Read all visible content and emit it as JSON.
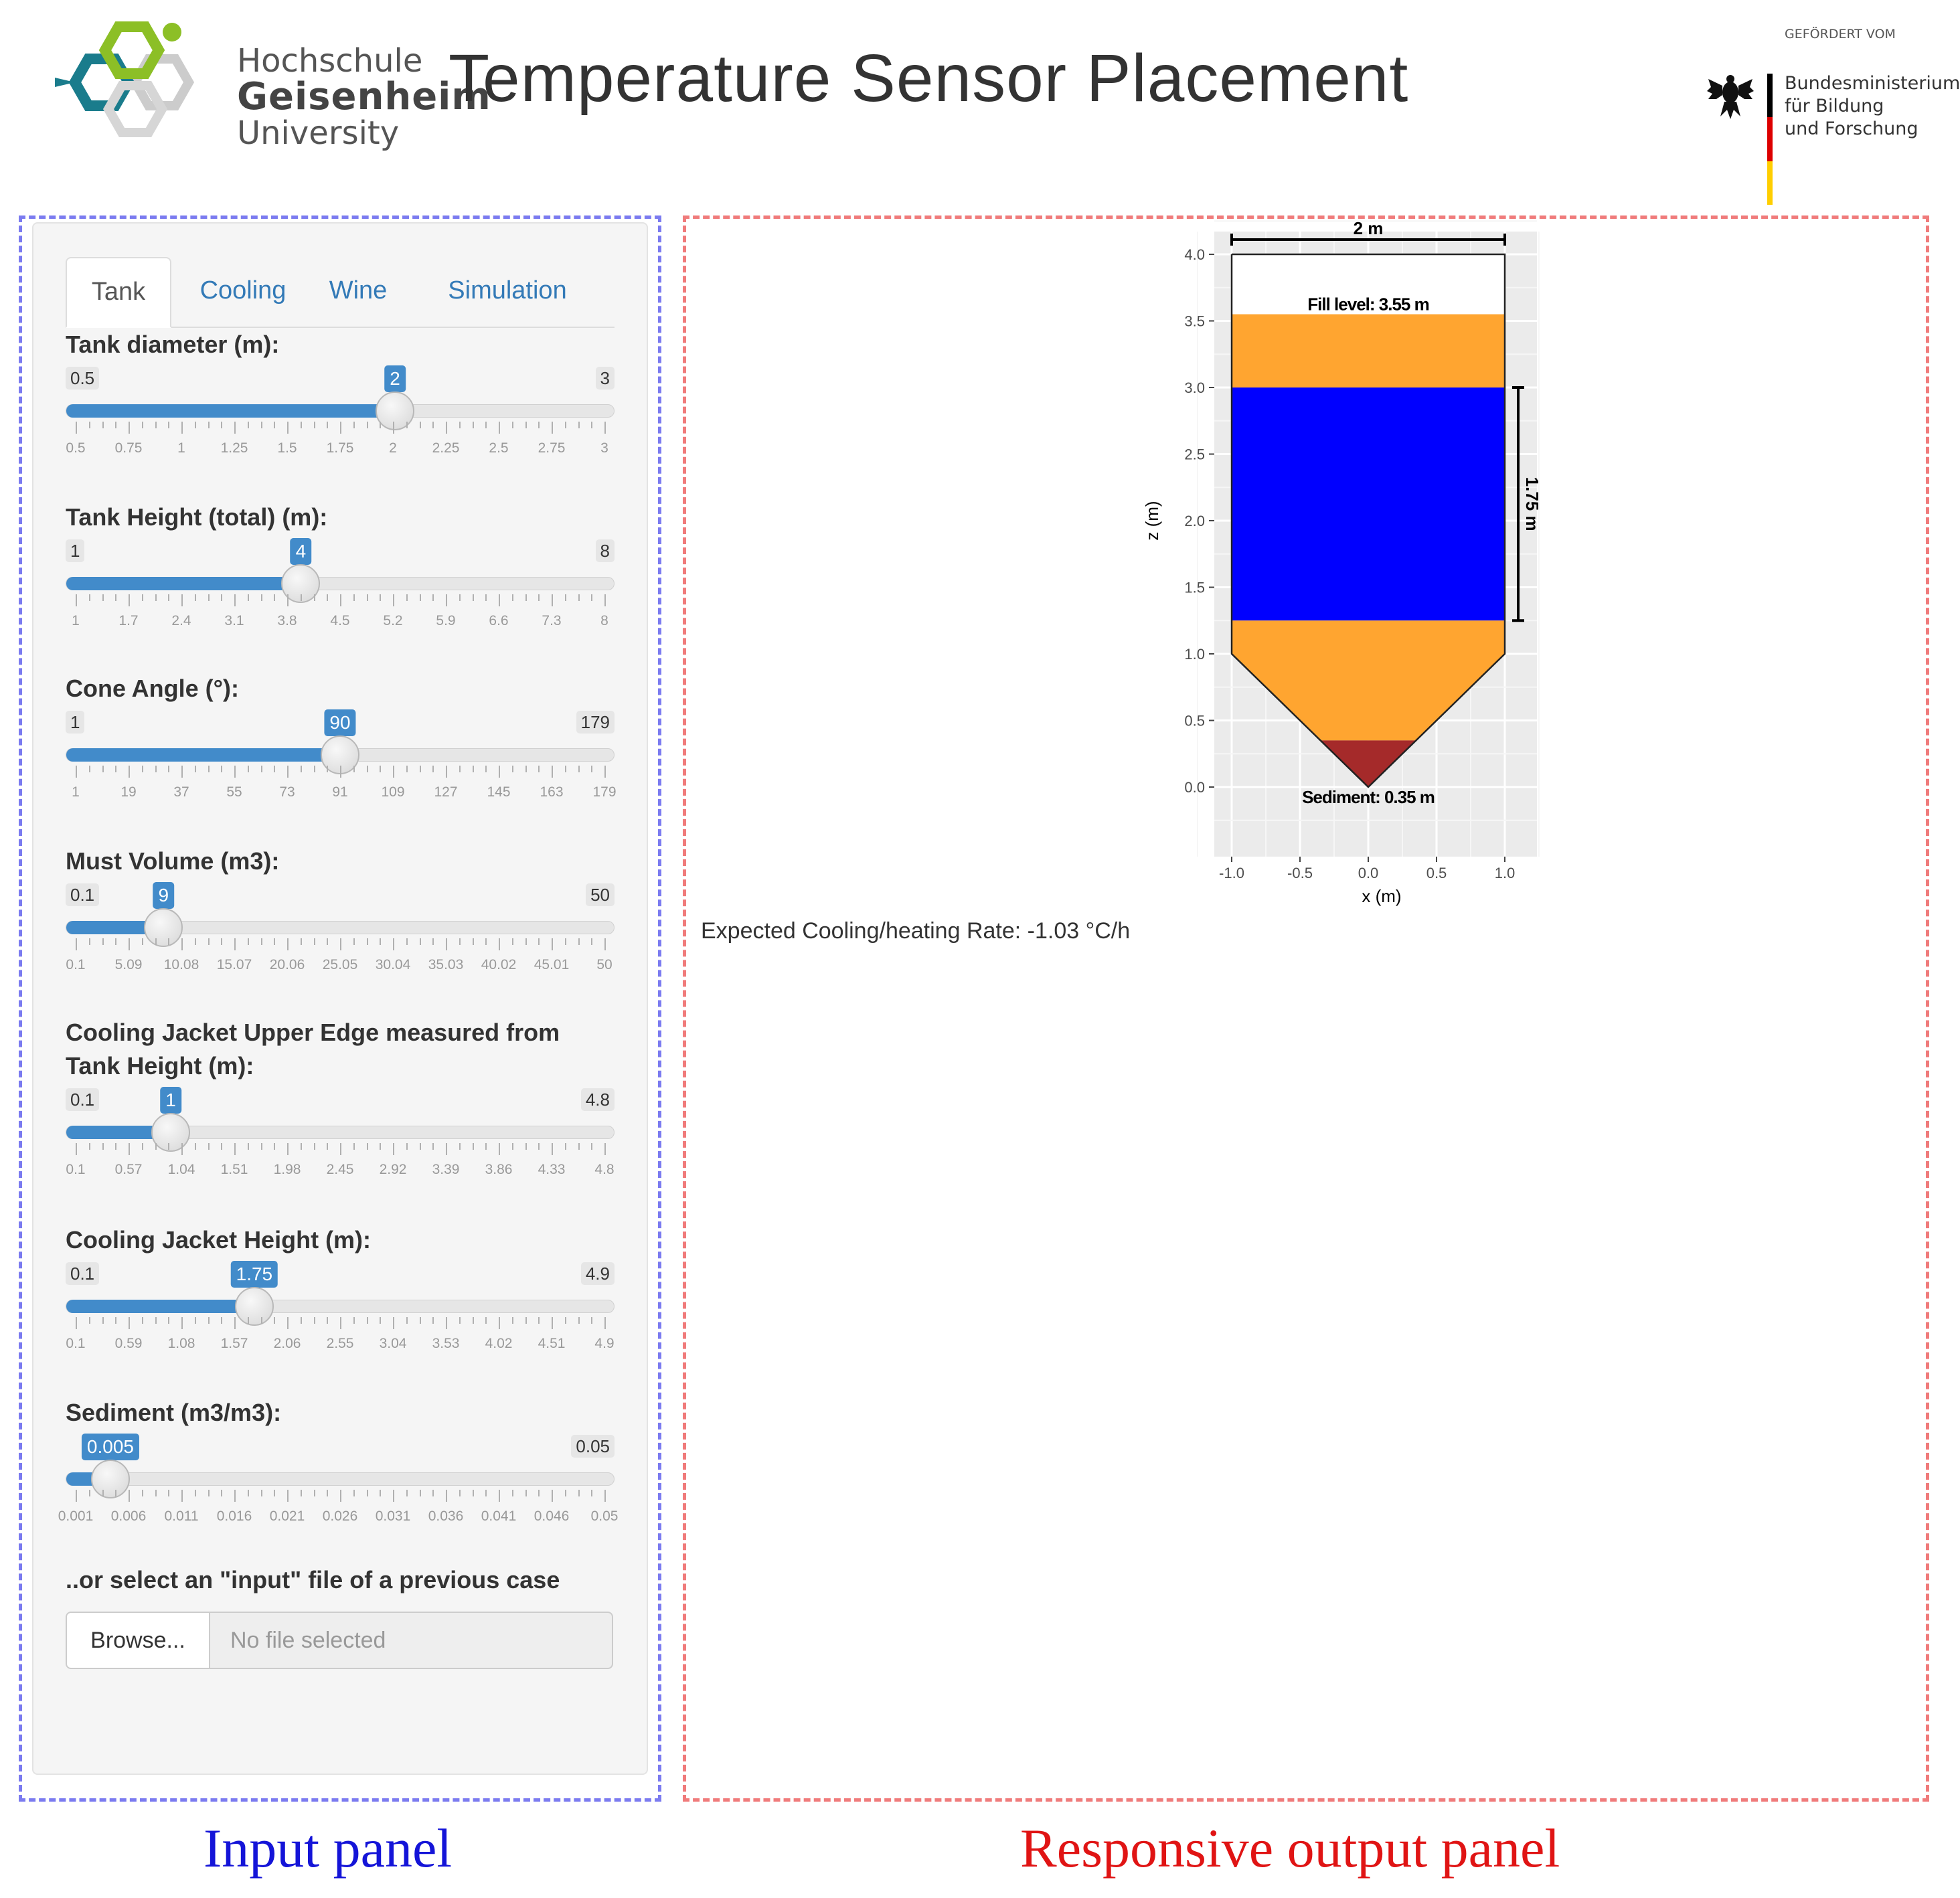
{
  "header": {
    "logo_line1": "Hochschule",
    "logo_line2": "Geisenheim",
    "logo_line3": "University",
    "title": "Temperature Sensor Placement",
    "sponsor_small": "GEFÖRDERT VOM",
    "sponsor_line1": "Bundesministerium",
    "sponsor_line2": "für Bildung",
    "sponsor_line3": "und Forschung"
  },
  "tabs": [
    {
      "label": "Tank",
      "active": true
    },
    {
      "label": "Cooling",
      "active": false
    },
    {
      "label": "Wine",
      "active": false
    },
    {
      "label": "Simulation",
      "active": false
    }
  ],
  "sliders": [
    {
      "label": "Tank diameter (m):",
      "min": 0.5,
      "max": 3,
      "value": 2,
      "min_label": "0.5",
      "max_label": "3",
      "value_label": "2",
      "ticks": [
        "0.5",
        "0.75",
        "1",
        "1.25",
        "1.5",
        "1.75",
        "2",
        "2.25",
        "2.5",
        "2.75",
        "3"
      ]
    },
    {
      "label": "Tank Height (total) (m):",
      "min": 1,
      "max": 8,
      "value": 4,
      "min_label": "1",
      "max_label": "8",
      "value_label": "4",
      "ticks": [
        "1",
        "1.7",
        "2.4",
        "3.1",
        "3.8",
        "4.5",
        "5.2",
        "5.9",
        "6.6",
        "7.3",
        "8"
      ]
    },
    {
      "label": "Cone Angle (°):",
      "min": 1,
      "max": 179,
      "value": 90,
      "min_label": "1",
      "max_label": "179",
      "value_label": "90",
      "ticks": [
        "1",
        "19",
        "37",
        "55",
        "73",
        "91",
        "109",
        "127",
        "145",
        "163",
        "179"
      ]
    },
    {
      "label": "Must Volume (m3):",
      "min": 0.1,
      "max": 50,
      "value": 9,
      "min_label": "0.1",
      "max_label": "50",
      "value_label": "9",
      "ticks": [
        "0.1",
        "5.09",
        "10.08",
        "15.07",
        "20.06",
        "25.05",
        "30.04",
        "35.03",
        "40.02",
        "45.01",
        "50"
      ]
    },
    {
      "label": "Cooling Jacket Upper Edge measured from Tank Height (m):",
      "min": 0.1,
      "max": 4.8,
      "value": 1,
      "min_label": "0.1",
      "max_label": "4.8",
      "value_label": "1",
      "ticks": [
        "0.1",
        "0.57",
        "1.04",
        "1.51",
        "1.98",
        "2.45",
        "2.92",
        "3.39",
        "3.86",
        "4.33",
        "4.8"
      ]
    },
    {
      "label": "Cooling Jacket Height (m):",
      "min": 0.1,
      "max": 4.9,
      "value": 1.75,
      "min_label": "0.1",
      "max_label": "4.9",
      "value_label": "1.75",
      "ticks": [
        "0.1",
        "0.59",
        "1.08",
        "1.57",
        "2.06",
        "2.55",
        "3.04",
        "3.53",
        "4.02",
        "4.51",
        "4.9"
      ]
    },
    {
      "label": "Sediment (m3/m3):",
      "min": 0.001,
      "max": 0.05,
      "value": 0.005,
      "min_label": "",
      "max_label": "0.05",
      "value_label": "0.005",
      "ticks": [
        "0.001",
        "0.006",
        "0.011",
        "0.016",
        "0.021",
        "0.026",
        "0.031",
        "0.036",
        "0.041",
        "0.046",
        "0.05"
      ]
    }
  ],
  "file_input": {
    "label": "..or select an \"input\" file of a previous case",
    "button": "Browse...",
    "placeholder": "No file selected"
  },
  "output": {
    "rate_text": "Expected Cooling/heating Rate: -1.03 °C/h"
  },
  "captions": {
    "input": "Input panel",
    "output": "Responsive output panel"
  },
  "colors": {
    "accent": "#428bca",
    "input_frame": "#7b7bf0",
    "output_frame": "#f07b7b",
    "must": "#ffa530",
    "jacket": "#0000ff",
    "sediment": "#a52a2a"
  },
  "chart_data": {
    "type": "diagram",
    "xlabel": "x (m)",
    "ylabel": "z (m)",
    "xlim": [
      -1.0,
      1.0
    ],
    "ylim": [
      0.0,
      4.0
    ],
    "xticks": [
      "-1.0",
      "-0.5",
      "0.0",
      "0.5",
      "1.0"
    ],
    "yticks": [
      "0.0",
      "0.5",
      "1.0",
      "1.5",
      "2.0",
      "2.5",
      "3.0",
      "3.5",
      "4.0"
    ],
    "tank_radius": 1.0,
    "tank_top": 4.0,
    "cone_top": 1.0,
    "cone_tip": 0.0,
    "fill_level": 3.55,
    "jacket_top": 3.0,
    "jacket_bottom": 1.25,
    "sediment_height": 0.35,
    "annotations": {
      "diameter": "2 m",
      "fill": "Fill level: 3.55 m",
      "jacket": "1.75 m",
      "sediment": "Sediment: 0.35 m"
    }
  }
}
